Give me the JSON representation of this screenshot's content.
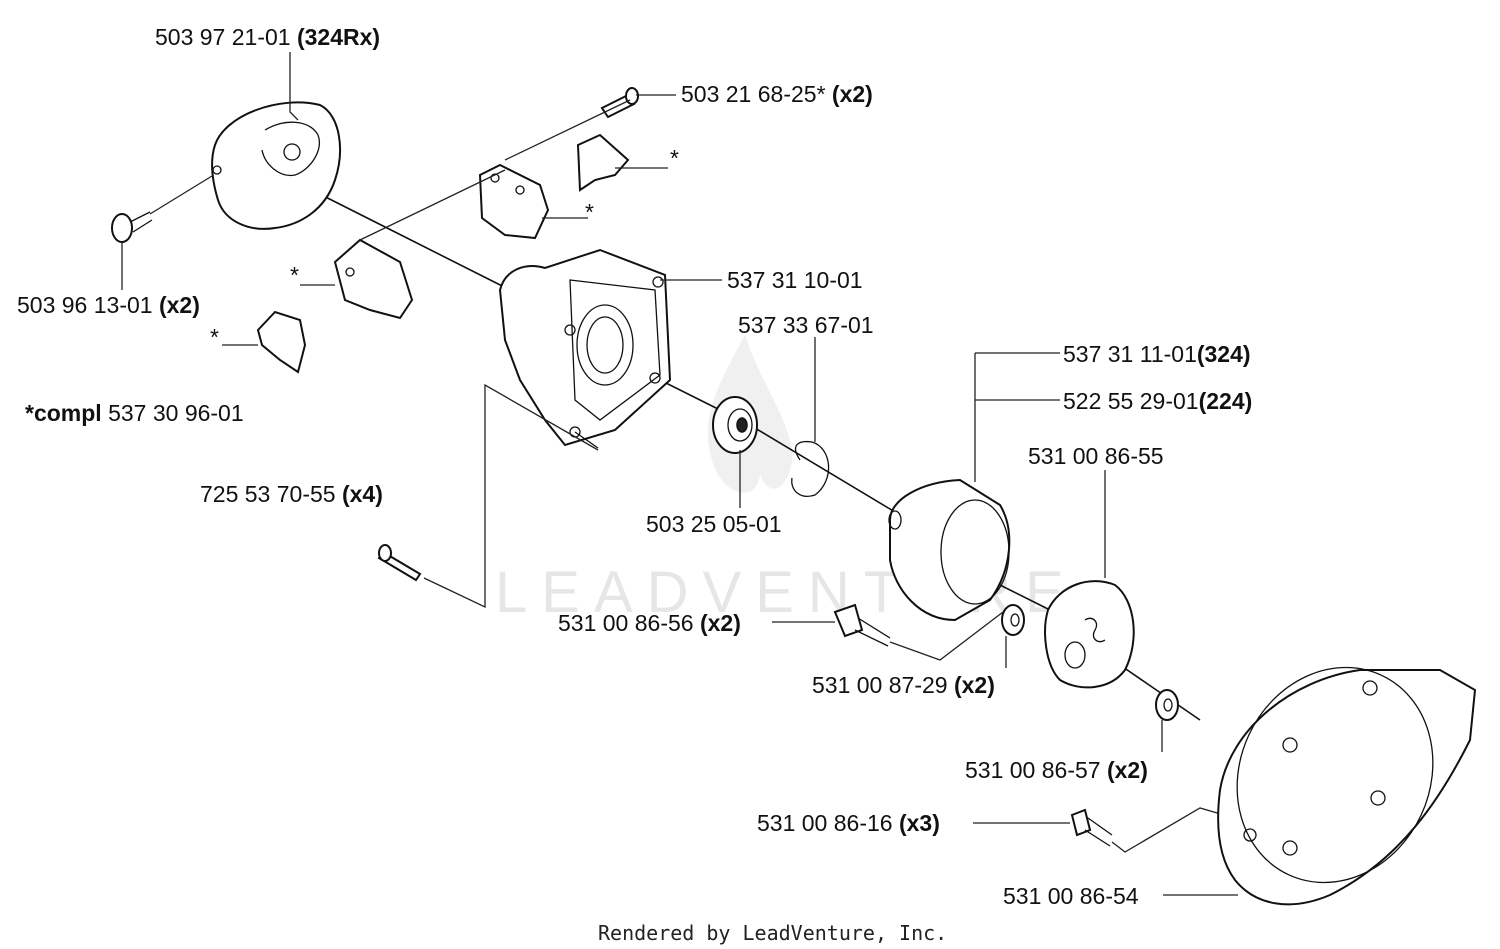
{
  "watermark": "LEADVENTURE",
  "footer": "Rendered by LeadVenture, Inc.",
  "labels": {
    "p1": {
      "num": "503 97 21-01",
      "suffix": "(324Rx)"
    },
    "p2": {
      "num": "503 21 68-25*",
      "suffix": "(x2)"
    },
    "p3": {
      "num": "503 96 13-01",
      "suffix": "(x2)"
    },
    "p4": {
      "num": "537 31 10-01",
      "suffix": ""
    },
    "p5": {
      "num": "537 33 67-01",
      "suffix": ""
    },
    "p6": {
      "num": "537 31 11-01",
      "suffix": "(324)"
    },
    "p7": {
      "num": "522 55 29-01",
      "suffix": "(224)"
    },
    "p8": {
      "num": "531 00 86-55",
      "suffix": ""
    },
    "p9": {
      "num": "503 25 05-01",
      "suffix": ""
    },
    "p10": {
      "num": "725 53 70-55",
      "suffix": "(x4)"
    },
    "p11": {
      "num": "531 00 86-56",
      "suffix": "(x2)"
    },
    "p12": {
      "num": "531 00 87-29",
      "suffix": "(x2)"
    },
    "p13": {
      "num": "531 00 86-57",
      "suffix": "(x2)"
    },
    "p14": {
      "num": "531 00 86-16",
      "suffix": "(x3)"
    },
    "p15": {
      "num": "531 00 86-54",
      "suffix": ""
    }
  },
  "compl": {
    "prefix": "*compl",
    "num": "537 30 96-01"
  },
  "asterisk": "*"
}
